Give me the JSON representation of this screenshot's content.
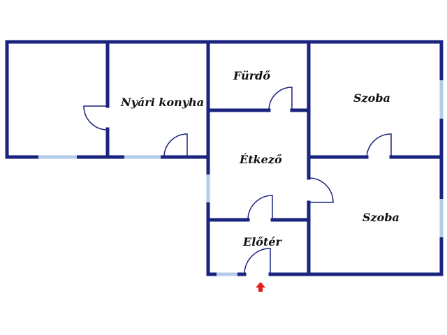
{
  "rooms": {
    "nyari_konyha": "Nyári konyha",
    "furdo": "Fürdő",
    "szoba_top": "Szoba",
    "etkezo": "Étkező",
    "szoba_bottom": "Szoba",
    "eloter": "Előtér"
  },
  "colors": {
    "wall": "#1a237e",
    "window": "#b3cde8",
    "entrance_arrow": "#e02020"
  },
  "icons": {
    "entrance": "red-up-arrow"
  }
}
